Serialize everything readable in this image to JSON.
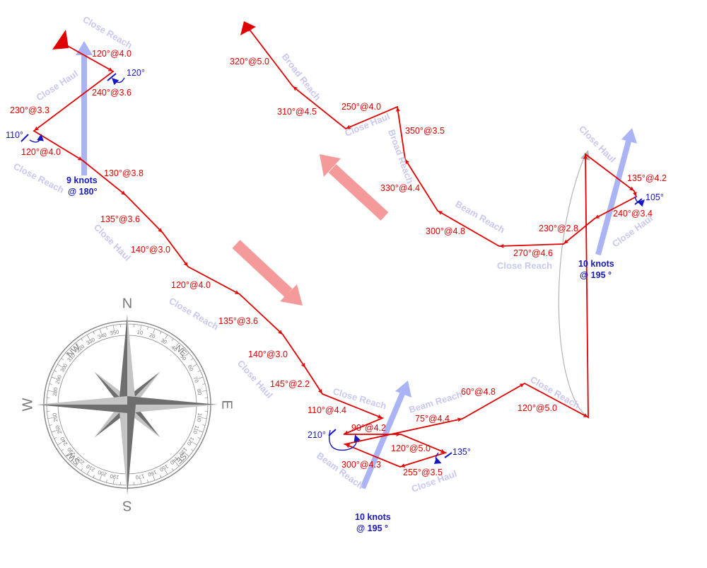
{
  "legs": [
    {
      "id": "leg-1",
      "label": "120°@4.0"
    },
    {
      "id": "leg-2",
      "label": "240°@3.6"
    },
    {
      "id": "leg-3",
      "label": "230°@3.3"
    },
    {
      "id": "leg-4",
      "label": "120°@4.0"
    },
    {
      "id": "leg-5",
      "label": "130°@3.8"
    },
    {
      "id": "leg-6",
      "label": "135°@3.6"
    },
    {
      "id": "leg-7",
      "label": "140°@3.0"
    },
    {
      "id": "leg-8",
      "label": "120°@4.0"
    },
    {
      "id": "leg-9",
      "label": "135°@3.6"
    },
    {
      "id": "leg-10",
      "label": "140°@3.0"
    },
    {
      "id": "leg-11",
      "label": "145°@2.2"
    },
    {
      "id": "leg-12",
      "label": "110°@4.4"
    },
    {
      "id": "leg-13",
      "label": "90°@4.2"
    },
    {
      "id": "leg-14",
      "label": "300°@4.3"
    },
    {
      "id": "leg-15",
      "label": "255°@3.5"
    },
    {
      "id": "leg-16",
      "label": "120°@5.0"
    },
    {
      "id": "leg-17",
      "label": "75°@4.4"
    },
    {
      "id": "leg-18",
      "label": "60°@4.8"
    },
    {
      "id": "leg-19",
      "label": "120°@5.0"
    },
    {
      "id": "leg-20",
      "label": "135°@4.2"
    },
    {
      "id": "leg-21",
      "label": "240°@3.4"
    },
    {
      "id": "leg-22",
      "label": "230°@2.8"
    },
    {
      "id": "leg-23",
      "label": "270°@4.6"
    },
    {
      "id": "leg-24",
      "label": "300°@4.8"
    },
    {
      "id": "leg-25",
      "label": "330°@4.4"
    },
    {
      "id": "leg-26",
      "label": "350°@3.5"
    },
    {
      "id": "leg-27",
      "label": "250°@4.0"
    },
    {
      "id": "leg-28",
      "label": "310°@4.5"
    },
    {
      "id": "leg-29",
      "label": "320°@5.0"
    }
  ],
  "tack_angles": [
    "120°",
    "110°",
    "210°",
    "135°",
    "105°"
  ],
  "wind": [
    {
      "speed": "9 knots",
      "dir": "@ 180°"
    },
    {
      "speed": "10 knots",
      "dir": "@ 195 °"
    },
    {
      "speed": "10 knots",
      "dir": "@ 195 °"
    }
  ],
  "points_of_sail": [
    "Close Reach",
    "Close Haul",
    "Close Reach",
    "Close Haul",
    "Close Reach",
    "Close Haul",
    "Close Reach",
    "Beam Reach",
    "Beam Reach",
    "Close Haul",
    "Close Reach",
    "Close Haul",
    "Close Haul",
    "Close Reach",
    "Beam Reach",
    "Broad Reach",
    "Close Haul",
    "Broad Reach"
  ],
  "compass": {
    "cardinals": [
      "N",
      "E",
      "S",
      "W"
    ],
    "intercardinals": [
      "NE",
      "SE",
      "SW",
      "NW"
    ],
    "degrees": [
      "10",
      "20",
      "30",
      "40",
      "50",
      "60",
      "70",
      "80",
      "100",
      "110",
      "120",
      "130",
      "140",
      "150",
      "160",
      "170",
      "190",
      "200",
      "210",
      "220",
      "230",
      "240",
      "250",
      "260",
      "280",
      "290",
      "300",
      "310",
      "320",
      "330",
      "340",
      "350"
    ]
  },
  "colors": {
    "track": "#e00000",
    "wind_arrow": "#aab4f5",
    "drift_arrow": "#f59a9a",
    "wind_text": "#1818c0",
    "pos_text": "#c8c8f0",
    "compass": "#8a8a8a"
  },
  "icons": {
    "start_flag": "red-triangle-icon",
    "tack": "curved-arrow-icon",
    "wind": "wind-arrow-icon",
    "compass": "compass-rose-icon"
  }
}
